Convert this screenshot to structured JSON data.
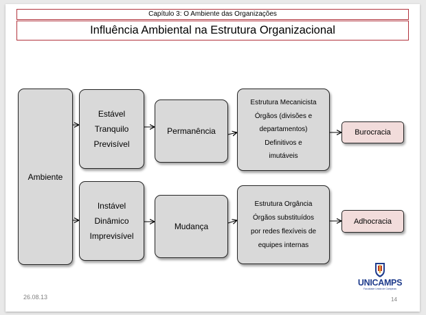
{
  "header": {
    "chapter": "Capítulo 3: O Ambiente das Organizações",
    "title": "Influência Ambiental na Estrutura Organizacional"
  },
  "diagram": {
    "source": "Ambiente",
    "branches": [
      {
        "conditions": [
          "Estável",
          "Tranquilo",
          "Previsível"
        ],
        "state": "Permanência",
        "structure": [
          "Estrutura Mecanicista",
          "Órgãos (divisões e",
          "departamentos)",
          "Definitivos e",
          "imutáveis"
        ],
        "result": "Burocracia"
      },
      {
        "conditions": [
          "Instável",
          "Dinâmico",
          "Imprevisível"
        ],
        "state": "Mudança",
        "structure": [
          "Estrutura Orgância",
          "Órgãos substituídos",
          "por redes flexíveis de",
          "equipes internas"
        ],
        "result": "Adhocracia"
      }
    ]
  },
  "logo": {
    "name": "UNICAMPS",
    "tagline": "Faculdade Unida de Campinas",
    "icon": "shield-crest-icon"
  },
  "footer": {
    "date": "26.08.13",
    "page": "14"
  },
  "colors": {
    "accent_border": "#b0303a",
    "box_fill": "#d9d9d9",
    "result_fill": "#f2dcdb",
    "logo_blue": "#1f3c8c"
  }
}
